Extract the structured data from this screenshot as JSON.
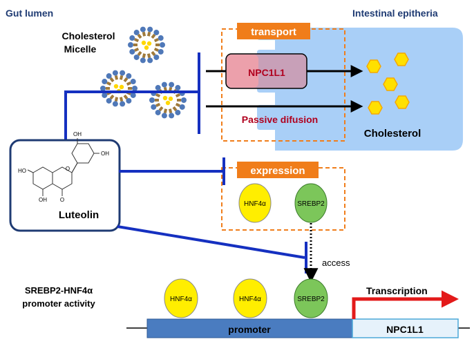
{
  "regions": {
    "gut_lumen": "Gut lumen",
    "intestinal_epithelia": "Intestinal epitheria"
  },
  "micelle_label": [
    "Cholesterol",
    "Micelle"
  ],
  "transport_box": {
    "title": "transport",
    "transporter": "NPC1L1",
    "passive": "Passive difusion"
  },
  "cholesterol_label": "Cholesterol",
  "luteolin": {
    "name": "Luteolin",
    "atoms": [
      "OH",
      "OH",
      "HO",
      "OH",
      "O",
      "O"
    ]
  },
  "expression_box": {
    "title": "expression",
    "factors": [
      "HNF4α",
      "SREBP2"
    ]
  },
  "access_label": "access",
  "promoter_section": {
    "label": [
      "SREBP2-HNF4α",
      "promoter activity"
    ],
    "factors": [
      "HNF4α",
      "HNF4α",
      "SREBP2"
    ],
    "promoter": "promoter",
    "gene": "NPC1L1",
    "transcription": "Transcription"
  },
  "colors": {
    "navy_text": "#1f3b73",
    "inhibition_blue": "#1530c0",
    "orange": "#f07d1a",
    "dark_red": "#b0001e",
    "cell_blue": "#a9cff7",
    "hnf4a_yellow": "#ffee00",
    "srebp2_green": "#7cc65a",
    "promoter_blue": "#4a7cc0",
    "gene_light": "#e6f2fb",
    "arrow_red": "#e31a1a",
    "hex_yellow": "#ffe000"
  }
}
